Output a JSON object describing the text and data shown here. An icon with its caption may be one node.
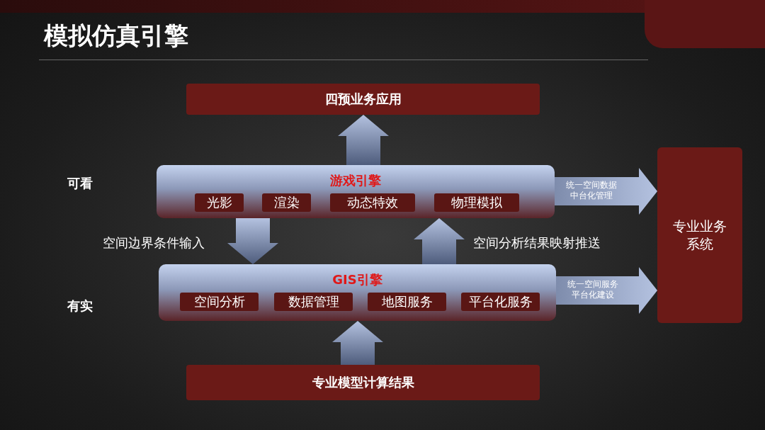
{
  "diagram": {
    "title": "模拟仿真引擎",
    "nodes": [
      {
        "text": [
          "四预业务应用"
        ]
      },
      {
        "text": [
          "游戏引擎"
        ]
      },
      {
        "text": [
          "光影"
        ],
        "in": 1
      },
      {
        "text": [
          "渲染"
        ],
        "in": 1
      },
      {
        "text": [
          "动态特效"
        ],
        "in": 1
      },
      {
        "text": [
          "物理模拟"
        ],
        "in": 1
      },
      {
        "text": [
          "GIS引擎"
        ]
      },
      {
        "text": [
          "空间分析"
        ],
        "in": 6
      },
      {
        "text": [
          "数据管理"
        ],
        "in": 6
      },
      {
        "text": [
          "地图服务"
        ],
        "in": 6
      },
      {
        "text": [
          "平台化服务"
        ],
        "in": 6
      },
      {
        "text": [
          "专业模型计算结果"
        ]
      },
      {
        "text": [
          "专业业务系统"
        ]
      }
    ],
    "edges": [
      {
        "from": 1,
        "to": 0,
        "arrow": "to"
      },
      {
        "from": 1,
        "to": 6,
        "arrow": "to",
        "label": "空间边界条件输入"
      },
      {
        "from": 6,
        "to": 1,
        "arrow": "to",
        "label": "空间分析结果映射推送"
      },
      {
        "from": 11,
        "to": 6,
        "arrow": "to"
      },
      {
        "from": 1,
        "to": 12,
        "arrow": "to",
        "label": "统一空间数据中台化管理"
      },
      {
        "from": 6,
        "to": 12,
        "arrow": "to",
        "label": "统一空间服务平台化建设"
      }
    ],
    "labels": [
      "可看",
      "有实"
    ]
  }
}
